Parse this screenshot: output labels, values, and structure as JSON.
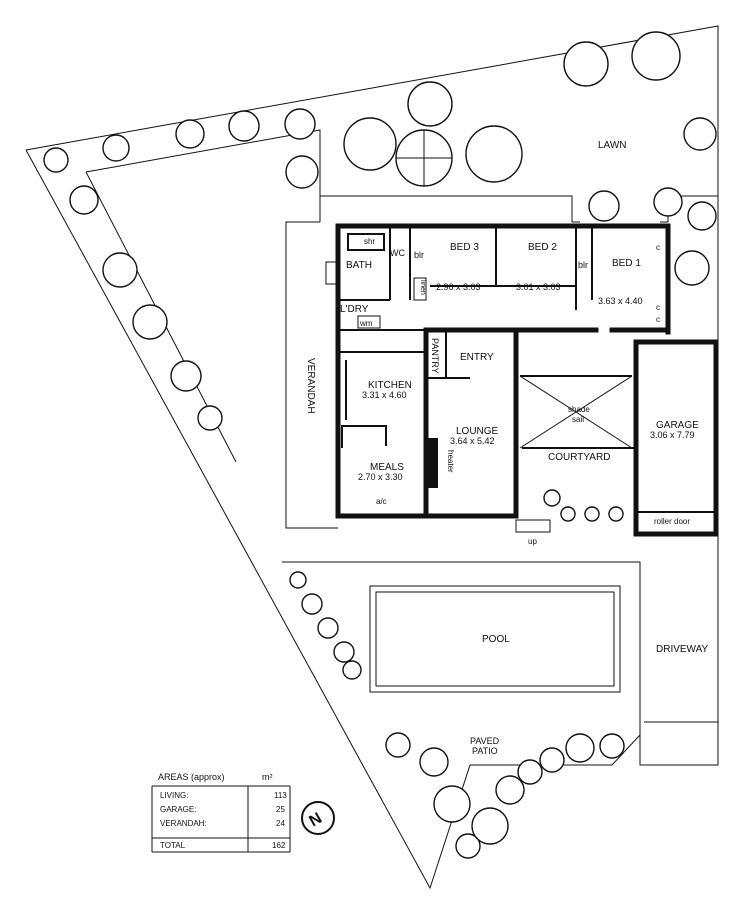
{
  "rooms": {
    "lawn": "LAWN",
    "bed3": "BED 3",
    "bed3_size": "2.96 x 3.03",
    "bed2": "BED 2",
    "bed2_size": "3.01 x 3.03",
    "bed1": "BED 1",
    "bed1_size": "3.63 x 4.40",
    "bath": "BATH",
    "shr": "shr",
    "wc": "WC",
    "blr_left": "blr",
    "blr_right": "blr",
    "linen": "linen",
    "c_top": "c",
    "c_mid": "c",
    "c_bot": "c",
    "ldry": "L'DRY",
    "wm": "wm",
    "pantry": "PANTRY",
    "entry": "ENTRY",
    "kitchen": "KITCHEN",
    "kitchen_size": "3.31 x 4.60",
    "lounge": "LOUNGE",
    "lounge_size": "3.64 x 5.42",
    "heater": "heater",
    "meals": "MEALS",
    "meals_size": "2.70 x 3.30",
    "ac": "a/c",
    "verandah": "VERANDAH",
    "shade_sail_1": "shade",
    "shade_sail_2": "sail",
    "courtyard": "COURTYARD",
    "garage": "GARAGE",
    "garage_size": "3.06 x 7.79",
    "roller_door": "roller door",
    "up": "up",
    "pool": "POOL",
    "driveway": "DRIVEWAY",
    "paved_patio_1": "PAVED",
    "paved_patio_2": "PATIO"
  },
  "areas": {
    "heading": "AREAS (approx)",
    "unit": "m²",
    "rows": [
      {
        "label": "LIVING:",
        "value": "113"
      },
      {
        "label": "GARAGE:",
        "value": "25"
      },
      {
        "label": "VERANDAH:",
        "value": "24"
      }
    ],
    "total_label": "TOTAL",
    "total_value": "162"
  },
  "north": "N"
}
